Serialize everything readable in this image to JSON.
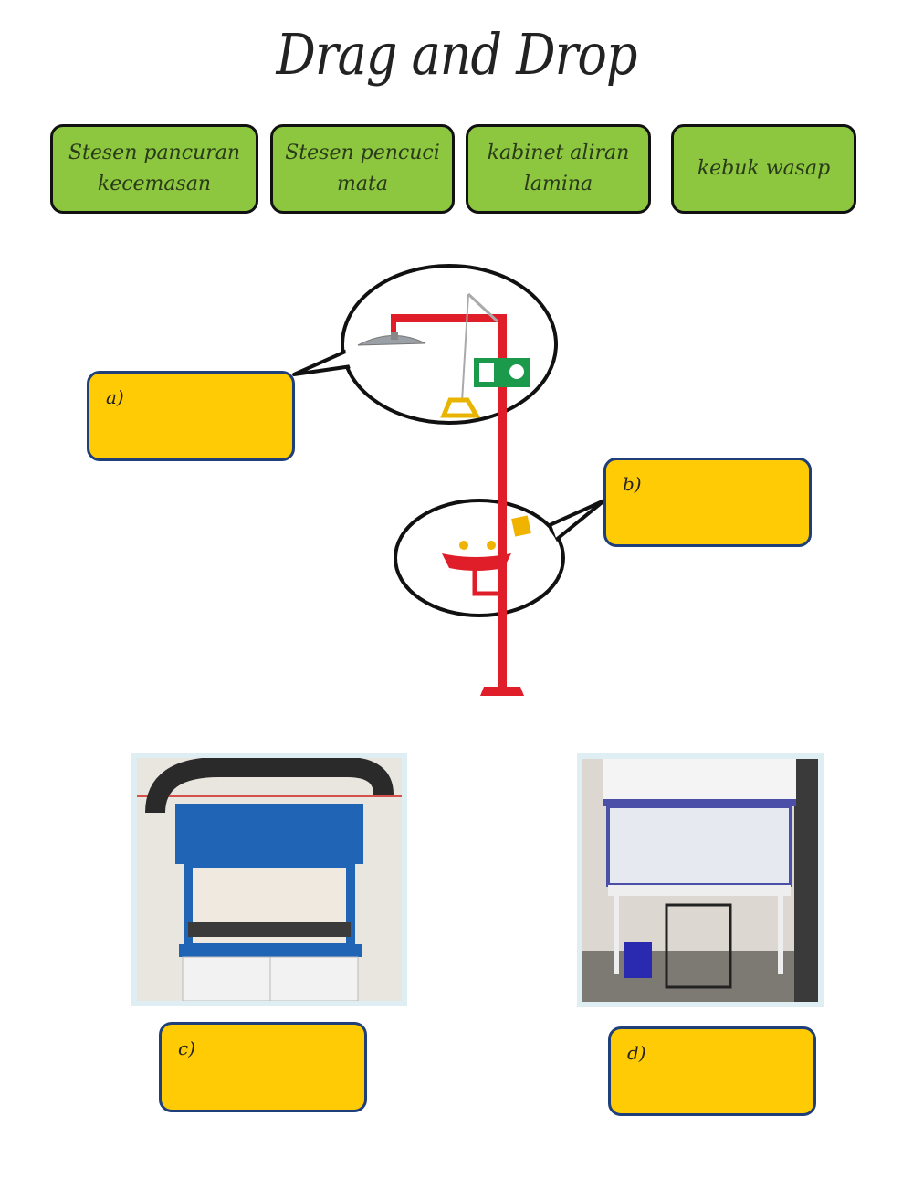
{
  "title": "Drag and Drop",
  "choices": [
    {
      "line1": "Stesen pancuran",
      "line2": "kecemasan"
    },
    {
      "line1": "Stesen pencuci",
      "line2": "mata"
    },
    {
      "line1": "kabinet aliran",
      "line2": "lamina"
    },
    {
      "line1": "kebuk wasap",
      "line2": ""
    }
  ],
  "targets": {
    "a": "a)",
    "b": "b)",
    "c": "c)",
    "d": "d)"
  },
  "colors": {
    "choice_bg": "#8dc63f",
    "drop_bg": "#ffcb05",
    "drop_border": "#1f3f7a",
    "shower_red": "#e01e2a"
  }
}
